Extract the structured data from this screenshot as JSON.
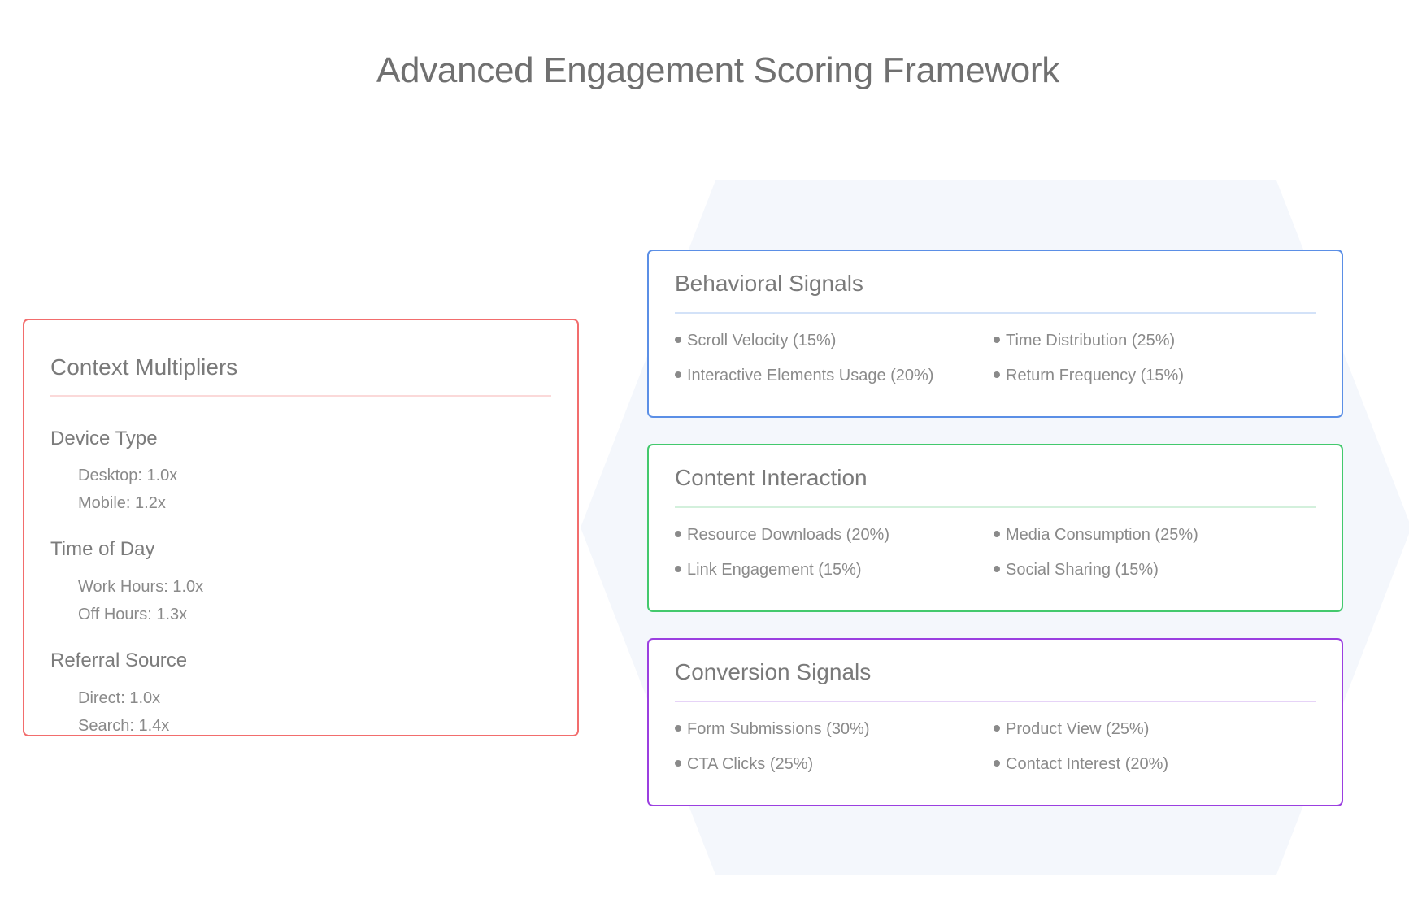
{
  "title": "Advanced Engagement Scoring Framework",
  "colors": {
    "context": "#f26d6d",
    "behavioral": "#5b8fe6",
    "content": "#43c96d",
    "conversion": "#9b3fe0",
    "hexagon": "#f4f7fc"
  },
  "context": {
    "title": "Context Multipliers",
    "groups": [
      {
        "title": "Device Type",
        "items": [
          "Desktop: 1.0x",
          "Mobile: 1.2x"
        ]
      },
      {
        "title": "Time of Day",
        "items": [
          "Work Hours: 1.0x",
          "Off Hours: 1.3x"
        ]
      },
      {
        "title": "Referral Source",
        "items": [
          "Direct: 1.0x",
          "Search: 1.4x"
        ]
      }
    ]
  },
  "behavioral": {
    "title": "Behavioral Signals",
    "items": [
      "Scroll Velocity (15%)",
      "Time Distribution (25%)",
      "Interactive Elements Usage (20%)",
      "Return Frequency (15%)"
    ]
  },
  "content": {
    "title": "Content Interaction",
    "items": [
      "Resource Downloads (20%)",
      "Media Consumption (25%)",
      "Link Engagement (15%)",
      "Social Sharing (15%)"
    ]
  },
  "conversion": {
    "title": "Conversion Signals",
    "items": [
      "Form Submissions (30%)",
      "Product View (25%)",
      "CTA Clicks (25%)",
      "Contact Interest (20%)"
    ]
  }
}
